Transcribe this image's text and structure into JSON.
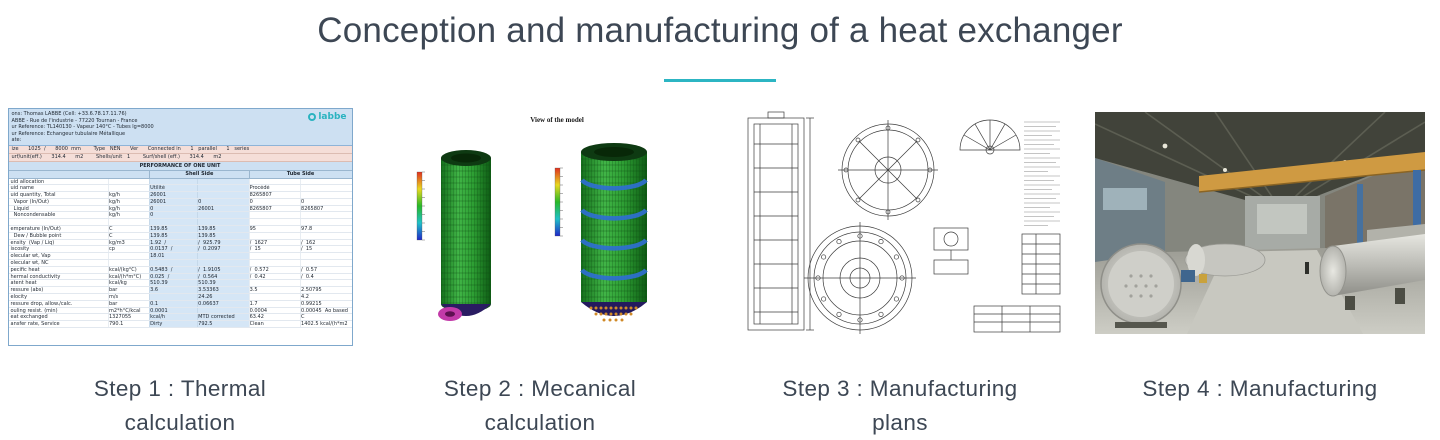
{
  "header": {
    "title": "Conception and manufacturing of a heat exchanger"
  },
  "accent_color": "#2cb5c3",
  "steps": [
    {
      "caption": "Step 1 : Thermal calculation"
    },
    {
      "caption": "Step 2 : Mecanical calculation"
    },
    {
      "caption": "Step 3 : Manufacturing plans"
    },
    {
      "caption": "Step 4 : Manufacturing"
    }
  ],
  "model": {
    "caption": "View of the model"
  },
  "spreadsheet": {
    "logo_text": "labbe",
    "header_lines": [
      "ons: Thomas LABBE (Cell: +33.6.78.17.11.76)",
      "ABBE - Rue de l'industrie - 77220 Tournan - France",
      "ur Reference: TL140130 - Vapeur 140°C - Tubes lg=8000",
      "ur Reference: Echangeur tubulaire Métallique",
      "ate:"
    ],
    "size_row": "ize      1025  /      8000  mm        Type   NEN      Ver      Connected in      1   parallel      1   series",
    "surf_row": "urf/unit(eff.)      314.4      m2        Shells/unit   1        Surf/shell (eff.)      314.4      m2",
    "performance_title": "PERFORMANCE OF ONE UNIT",
    "shell_header": "Shell Side",
    "tube_header": "Tube Side",
    "rows": [
      [
        "uid allocation",
        "",
        "",
        "",
        "",
        ""
      ],
      [
        "uid name",
        "",
        "Utilité",
        "",
        "Procédé",
        ""
      ],
      [
        "uid quantity, Total",
        "kg/h",
        "26001",
        "",
        "8265807",
        ""
      ],
      [
        "  Vapor (In/Out)",
        "kg/h",
        "26001",
        "0",
        "0",
        "0"
      ],
      [
        "  Liquid",
        "kg/h",
        "0",
        "26001",
        "8265807",
        "8265807"
      ],
      [
        "  Noncondensable",
        "kg/h",
        "0",
        "",
        "",
        ""
      ],
      [
        "",
        "",
        "",
        "",
        "",
        ""
      ],
      [
        "emperature (In/Out)",
        "C",
        "139.85",
        "139.85",
        "95",
        "97.8"
      ],
      [
        "  Dew / Bubble point",
        "C",
        "139.85",
        "139.85",
        "",
        ""
      ],
      [
        "ensity  (Vap / Liq)",
        "kg/m3",
        "1.92  /",
        "/  925.79",
        "/  1627",
        "/  162"
      ],
      [
        "iscosity",
        "cp",
        "0.0137  /",
        "/  0.2097",
        "/  15",
        "/  15"
      ],
      [
        "olecular wt, Vap",
        "",
        "18.01",
        "",
        "",
        ""
      ],
      [
        "olecular wt, NC",
        "",
        "",
        "",
        "",
        ""
      ],
      [
        "pecific heat",
        "kcal/(kg°C)",
        "0.5483  /",
        "/  1.9105",
        "/  0.572",
        "/  0.57"
      ],
      [
        "hermal conductivity",
        "kcal/(h*m°C)",
        "0.025  /",
        "/  0.564",
        "/  0.42",
        "/  0.4"
      ],
      [
        "atent heat",
        "kcal/kg",
        "510.39",
        "510.39",
        "",
        ""
      ],
      [
        "ressure (abs)",
        "bar",
        "3.6",
        "3.53363",
        "3.5",
        "2.50795"
      ],
      [
        "elocity",
        "m/s",
        "",
        "24.26",
        "",
        "4.2"
      ],
      [
        "ressure drop, allow./calc.",
        "bar",
        "0.1",
        "0.06637",
        "1.7",
        "0.99215"
      ],
      [
        "ouling resist. (min)",
        "m2*h°C/kcal",
        "0.0001",
        "",
        "0.0004",
        "0.00045  Ao based"
      ],
      [
        "eat exchanged",
        "1327055",
        "kcal/h",
        "MTD corrected",
        "63.42",
        "C"
      ],
      [
        "ansfer rate, Service",
        "790.1",
        "Dirty",
        "792.5",
        "Clean",
        "1402.5 kcal/(h*m2"
      ]
    ]
  }
}
